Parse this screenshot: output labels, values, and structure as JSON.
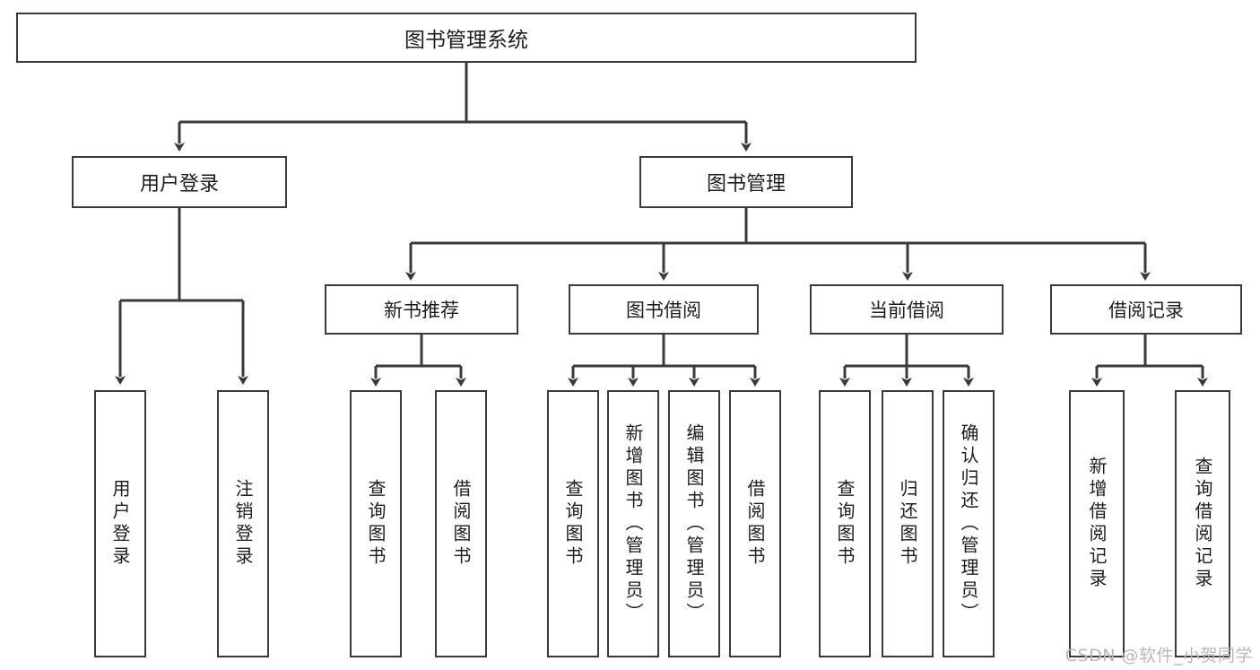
{
  "diagram": {
    "type": "tree",
    "title": "图书管理系统",
    "watermark": "CSDN @软件_小贺同学",
    "colors": {
      "stroke": "#3a3a3a",
      "fill": "#ffffff",
      "text": "#1d1d1d",
      "watermark": "#b7b7b7"
    },
    "nodes": {
      "root": {
        "label": "图书管理系统"
      },
      "level2": [
        {
          "id": "user-login",
          "label": "用户登录"
        },
        {
          "id": "book-manage",
          "label": "图书管理"
        }
      ],
      "level3": [
        {
          "id": "new-book-rec",
          "label": "新书推荐"
        },
        {
          "id": "book-borrow",
          "label": "图书借阅"
        },
        {
          "id": "current-borrow",
          "label": "当前借阅"
        },
        {
          "id": "borrow-record",
          "label": "借阅记录"
        }
      ],
      "leaves": {
        "user_login": [
          {
            "id": "leaf-user-login",
            "label": "用户登录"
          },
          {
            "id": "leaf-logout-login",
            "label": "注销登录"
          }
        ],
        "new_book_rec": [
          {
            "id": "leaf-query-book-1",
            "label": "查询图书"
          },
          {
            "id": "leaf-borrow-book-1",
            "label": "借阅图书"
          }
        ],
        "book_borrow": [
          {
            "id": "leaf-query-book-2",
            "label": "查询图书"
          },
          {
            "id": "leaf-add-book",
            "label": "新增图书（管理员）"
          },
          {
            "id": "leaf-edit-book",
            "label": "编辑图书（管理员）"
          },
          {
            "id": "leaf-borrow-book-2",
            "label": "借阅图书"
          }
        ],
        "current_borrow": [
          {
            "id": "leaf-query-book-3",
            "label": "查询图书"
          },
          {
            "id": "leaf-return-book",
            "label": "归还图书"
          },
          {
            "id": "leaf-confirm-return",
            "label": "确认归还（管理员）"
          }
        ],
        "borrow_record": [
          {
            "id": "leaf-add-record",
            "label": "新增借阅记录"
          },
          {
            "id": "leaf-query-record",
            "label": "查询借阅记录"
          }
        ]
      }
    }
  }
}
